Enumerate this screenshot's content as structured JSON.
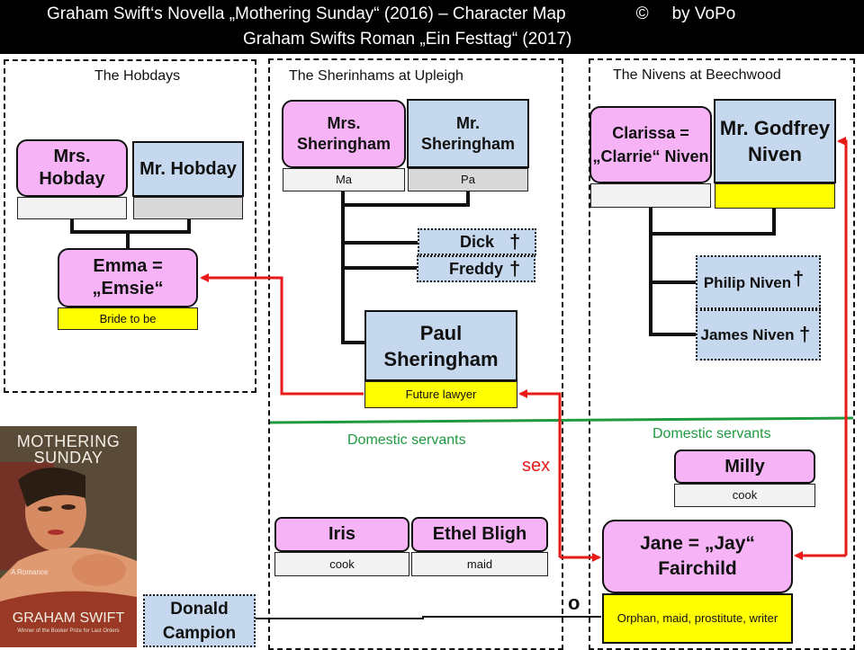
{
  "header": {
    "line1": "Graham Swift‘s Novella „Mothering Sunday“ (2016)  – Character Map",
    "copyright": "©",
    "author": "by VoPo",
    "line2": "Graham Swifts Roman „Ein Festtag“ (2017)"
  },
  "groups": {
    "hobdays": {
      "title": "The Hobdays"
    },
    "sherinhams": {
      "title": "The Sherinhams at Upleigh"
    },
    "nivens": {
      "title": "The Nivens at Beechwood"
    }
  },
  "servants_label": "Domestic servants",
  "people": {
    "mrs_hobday": {
      "name": "Mrs. Hobday",
      "role": ""
    },
    "mr_hobday": {
      "name": "Mr. Hobday",
      "role": ""
    },
    "emma": {
      "name": "Emma = „Emsie“",
      "role": "Bride to be"
    },
    "mrs_sheringham": {
      "name": "Mrs. Sheringham",
      "role": "Ma"
    },
    "mr_sheringham": {
      "name": "Mr. Sheringham",
      "role": "Pa"
    },
    "dick": {
      "name": "Dick",
      "mark": "†"
    },
    "freddy": {
      "name": "Freddy",
      "mark": "†"
    },
    "paul": {
      "name": "Paul Sheringham",
      "role": "Future lawyer"
    },
    "clarissa": {
      "name": "Clarissa = „Clarrie“ Niven",
      "role": ""
    },
    "godfrey": {
      "name": "Mr. Godfrey Niven",
      "role": ""
    },
    "philip": {
      "name": "Philip Niven",
      "mark": "†"
    },
    "james": {
      "name": "James Niven",
      "mark": "†"
    },
    "milly": {
      "name": "Milly",
      "role": "cook"
    },
    "iris": {
      "name": "Iris",
      "role": "cook"
    },
    "ethel": {
      "name": "Ethel Bligh",
      "role": "maid"
    },
    "jane": {
      "name": "Jane = „Jay“ Fairchild",
      "role": "Orphan, maid, prostitute, writer"
    },
    "donald": {
      "name": "Donald Campion"
    }
  },
  "relations": {
    "sex_label": "sex",
    "marriage_symbol": "o"
  },
  "book_cover": {
    "title": "MOTHERING SUNDAY",
    "subtitle": "A Romance",
    "author": "GRAHAM SWIFT",
    "note": "Winner of the Booker Prize for Last Orders"
  },
  "colors": {
    "female": "#f6b4f6",
    "male": "#c6d8ee",
    "highlight": "#ffff00",
    "relation_arrow": "#e81a1a",
    "servants_divider": "#1f9a3f"
  }
}
